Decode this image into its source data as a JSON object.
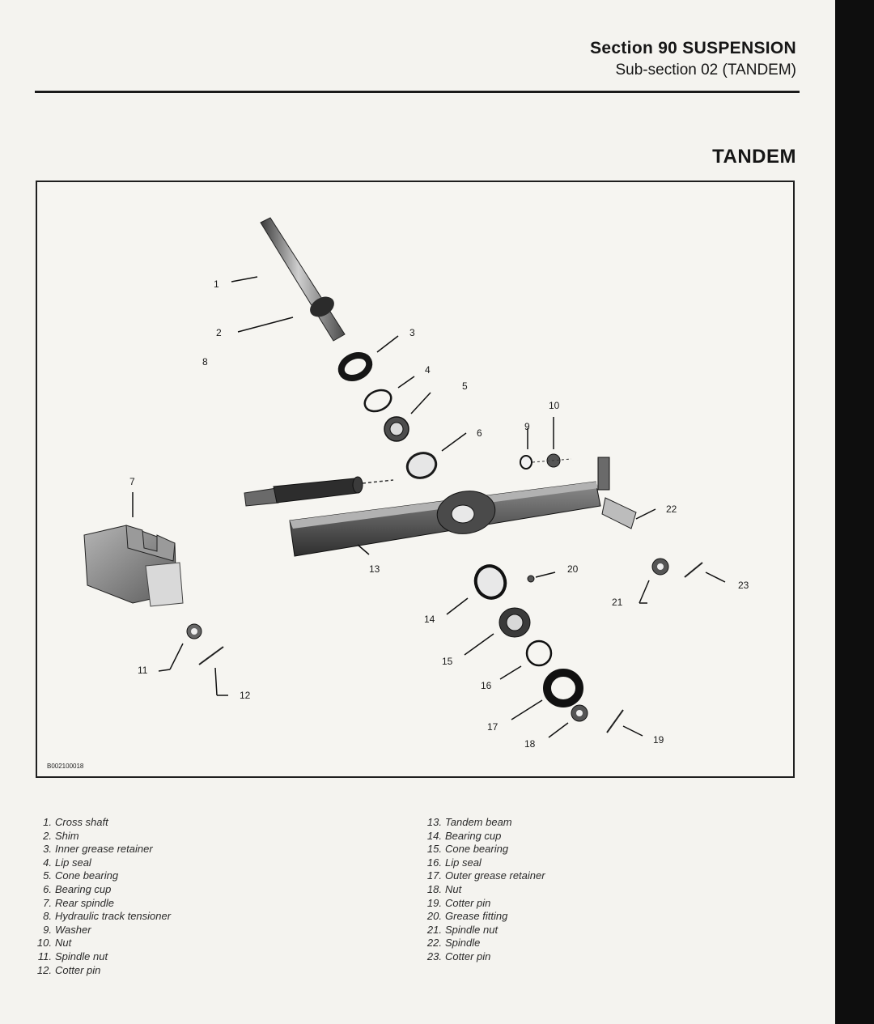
{
  "header": {
    "section": "Section 90  SUSPENSION",
    "subsection": "Sub-section 02   (TANDEM)"
  },
  "title": "TANDEM",
  "figure": {
    "code": "B002100018",
    "callouts": [
      "1",
      "2",
      "3",
      "4",
      "5",
      "6",
      "7",
      "8",
      "9",
      "10",
      "11",
      "12",
      "13",
      "14",
      "15",
      "16",
      "17",
      "18",
      "19",
      "20",
      "21",
      "22",
      "23"
    ]
  },
  "legend": {
    "left": [
      {
        "num": "1.",
        "text": "Cross shaft"
      },
      {
        "num": "2.",
        "text": "Shim"
      },
      {
        "num": "3.",
        "text": "Inner grease retainer"
      },
      {
        "num": "4.",
        "text": "Lip seal"
      },
      {
        "num": "5.",
        "text": "Cone bearing"
      },
      {
        "num": "6.",
        "text": "Bearing cup"
      },
      {
        "num": "7.",
        "text": "Rear spindle"
      },
      {
        "num": "8.",
        "text": "Hydraulic track tensioner"
      },
      {
        "num": "9.",
        "text": "Washer"
      },
      {
        "num": "10.",
        "text": "Nut"
      },
      {
        "num": "11.",
        "text": "Spindle nut"
      },
      {
        "num": "12.",
        "text": "Cotter pin"
      }
    ],
    "right": [
      {
        "num": "13.",
        "text": "Tandem beam"
      },
      {
        "num": "14.",
        "text": "Bearing cup"
      },
      {
        "num": "15.",
        "text": "Cone bearing"
      },
      {
        "num": "16.",
        "text": "Lip seal"
      },
      {
        "num": "17.",
        "text": "Outer grease retainer"
      },
      {
        "num": "18.",
        "text": "Nut"
      },
      {
        "num": "19.",
        "text": "Cotter pin"
      },
      {
        "num": "20.",
        "text": "Grease fitting"
      },
      {
        "num": "21.",
        "text": "Spindle nut"
      },
      {
        "num": "22.",
        "text": "Spindle"
      },
      {
        "num": "23.",
        "text": "Cotter pin"
      }
    ]
  }
}
